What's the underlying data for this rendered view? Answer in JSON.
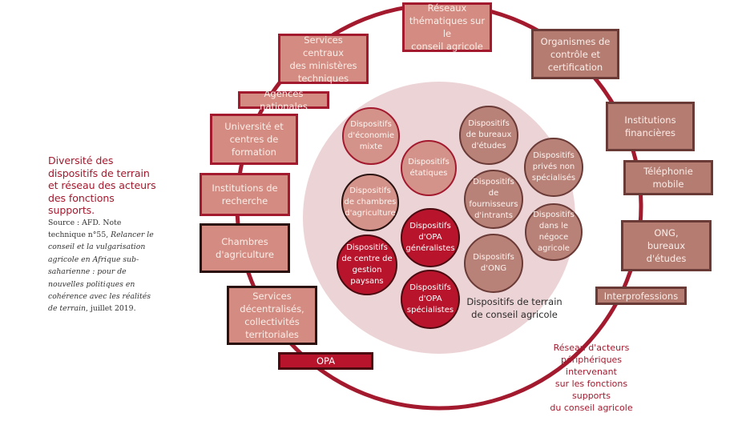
{
  "caption": {
    "title": "Diversité des dispositifs de terrain et réseau des acteurs des fonctions supports.",
    "source_prefix": "Source : AFD. Note technique n°55, ",
    "source_italic": "Relancer le conseil et la vulgarisation agricole en Afrique sub-saharienne : pour de nouvelles politiques en cohérence avec les réalités de terrain",
    "source_suffix": ", juillet 2019."
  },
  "colors": {
    "ring": "#a3192e",
    "inner_disc": "#ecd3d6",
    "salmon": "#d48c82",
    "brown": "#b57c72",
    "red": "#b8152c"
  },
  "outer_actors": [
    {
      "id": "reseaux",
      "label": "Réseaux\nthématiques sur le\nconseil agricole",
      "style": "salmon"
    },
    {
      "id": "organismes",
      "label": "Organismes  de\ncontrôle et\ncertification",
      "style": "brown"
    },
    {
      "id": "institutions-financieres",
      "label": "Institutions\nfinancières",
      "style": "brown"
    },
    {
      "id": "telephonie",
      "label": "Téléphonie\nmobile",
      "style": "brown"
    },
    {
      "id": "ong-bureaux",
      "label": "ONG,\nbureaux d'études",
      "style": "brown"
    },
    {
      "id": "interprofessions",
      "label": "Interprofessions",
      "style": "brown"
    },
    {
      "id": "opa",
      "label": "OPA",
      "style": "red"
    },
    {
      "id": "services-decentralises",
      "label": "Services\ndécentralisés,\ncollectivités\nterritoriales",
      "style": "salmon-dark"
    },
    {
      "id": "chambres",
      "label": "Chambres\nd'agriculture",
      "style": "salmon-dark"
    },
    {
      "id": "institutions-recherche",
      "label": "Institutions de\nrecherche",
      "style": "salmon"
    },
    {
      "id": "universite",
      "label": "Université et\ncentres de\nformation",
      "style": "salmon"
    },
    {
      "id": "agences",
      "label": "Agences nationales",
      "style": "salmon"
    },
    {
      "id": "services-centraux",
      "label": "Services centraux\ndes ministères\ntechniques",
      "style": "salmon"
    }
  ],
  "inner_devices": [
    {
      "id": "economie-mixte",
      "label": "Dispositifs\nd'économie\nmixte",
      "style": "salmon"
    },
    {
      "id": "etatiques",
      "label": "Dispositifs\nétatiques",
      "style": "salmon"
    },
    {
      "id": "chambres-agri",
      "label": "Dispositifs\nde chambres\nd'agriculture",
      "style": "salmon-dark"
    },
    {
      "id": "opa-generalistes",
      "label": "Dispositifs\nd'OPA\ngénéralistes",
      "style": "red"
    },
    {
      "id": "centre-gestion",
      "label": "Dispositifs\nde centre de\ngestion\npaysans",
      "style": "red"
    },
    {
      "id": "opa-specialistes",
      "label": "Dispositifs\nd'OPA\nspécialistes",
      "style": "red"
    },
    {
      "id": "bureaux-etudes",
      "label": "Dispositifs\nde bureaux\nd'études",
      "style": "brown"
    },
    {
      "id": "fournisseurs",
      "label": "Dispositifs\nde fournisseurs\nd'intrants",
      "style": "brown"
    },
    {
      "id": "prives",
      "label": "Dispositifs\nprivés non\nspécialisés",
      "style": "brown"
    },
    {
      "id": "negoce",
      "label": "Dispositifs\ndans le\nnégoce\nagricole",
      "style": "brown"
    },
    {
      "id": "ong",
      "label": "Dispositifs\nd'ONG",
      "style": "brown"
    }
  ],
  "labels": {
    "inner_title": "Dispositifs de terrain\nde conseil agricole",
    "outer_title": "Réseau d'acteurs\npériphériques intervenant\nsur les fonctions supports\ndu conseil agricole"
  }
}
